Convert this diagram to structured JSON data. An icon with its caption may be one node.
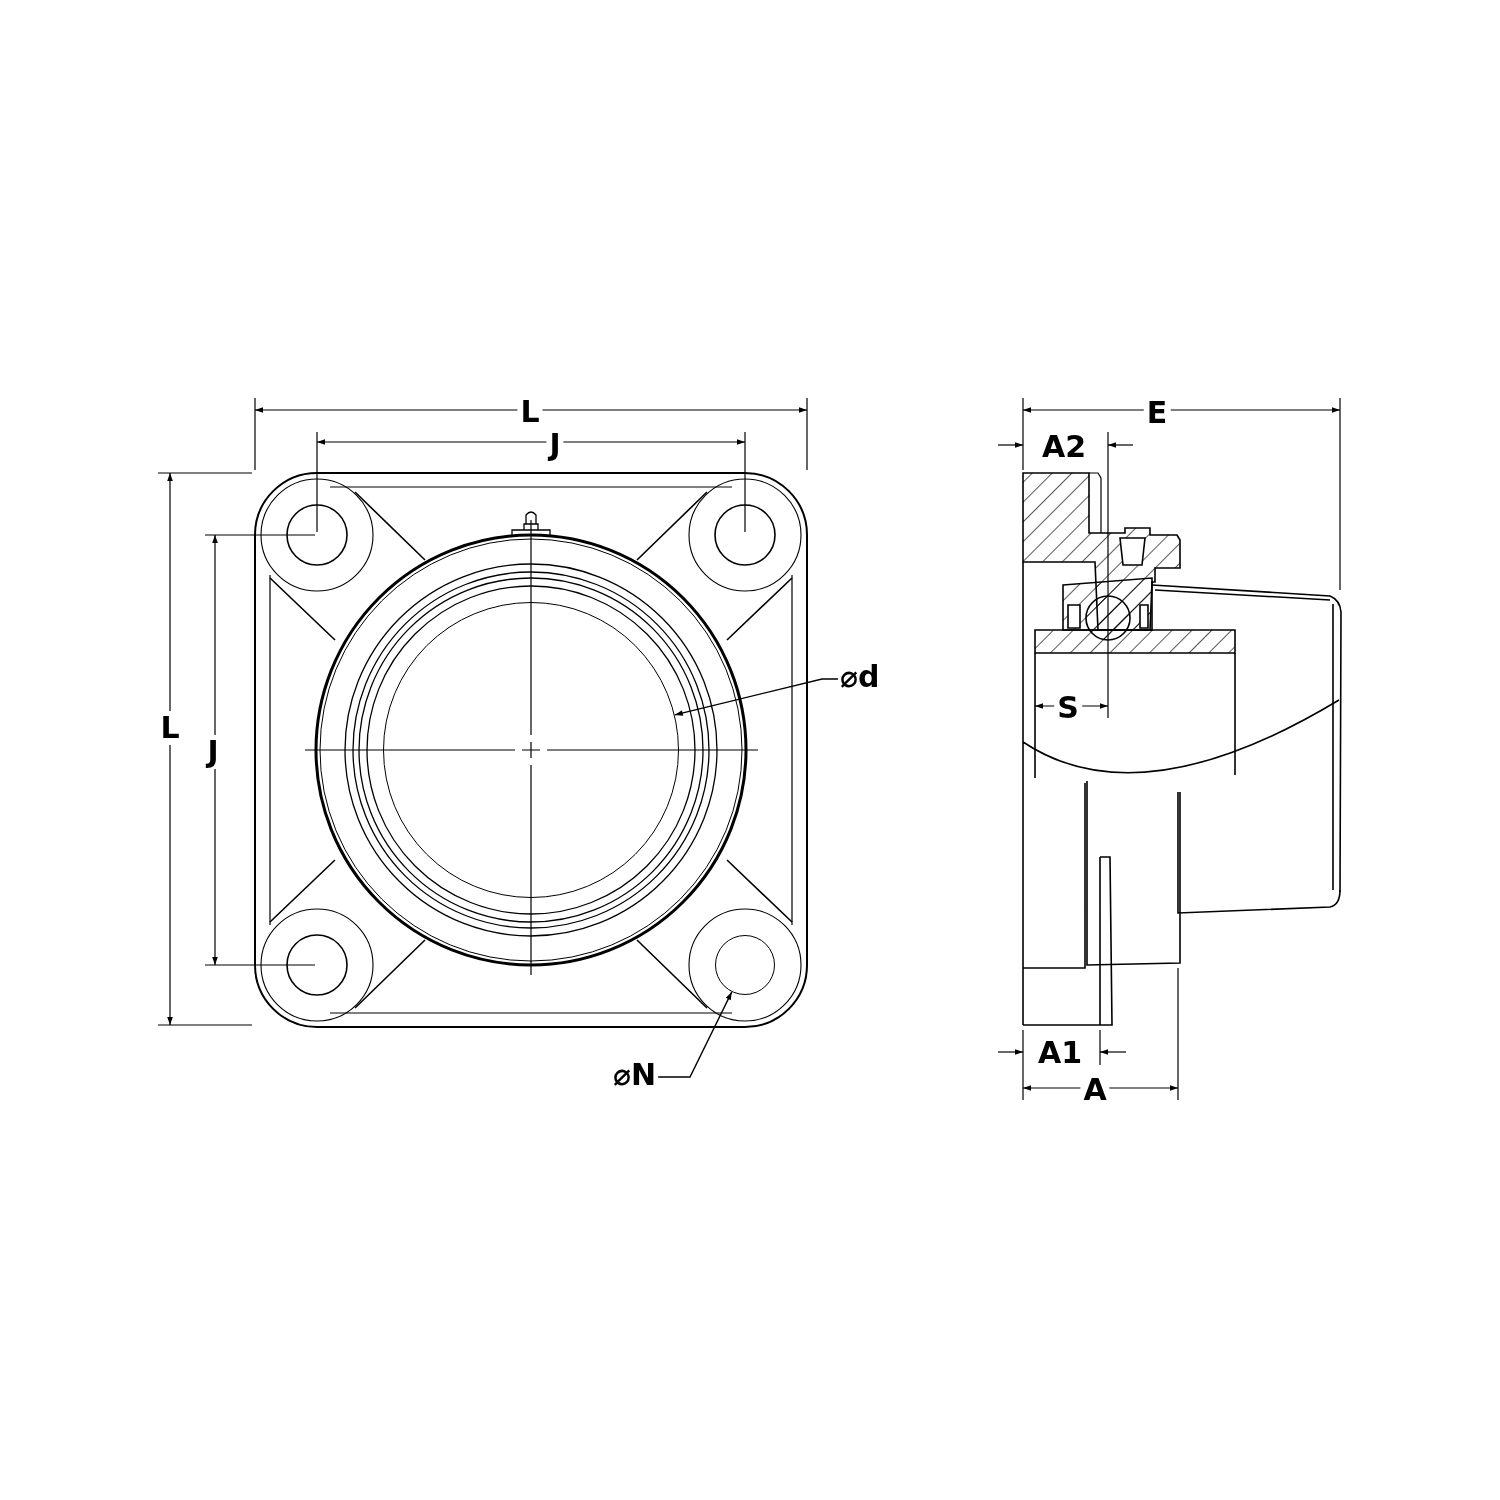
{
  "diagram": {
    "nodes": [
      {
        "text": [
          "⌀d"
        ]
      },
      {
        "text": [
          "⌀N"
        ]
      },
      {
        "text": [],
        "shape": "circle"
      },
      {
        "text": [],
        "shape": "circle"
      }
    ],
    "edges": [
      {
        "from": 0,
        "to": 2,
        "arrow": "to"
      },
      {
        "from": 1,
        "to": 3,
        "arrow": "to"
      }
    ],
    "labels": [
      "L",
      "J",
      "L",
      "J",
      "E",
      "A2",
      "S",
      "A1",
      "A"
    ]
  }
}
